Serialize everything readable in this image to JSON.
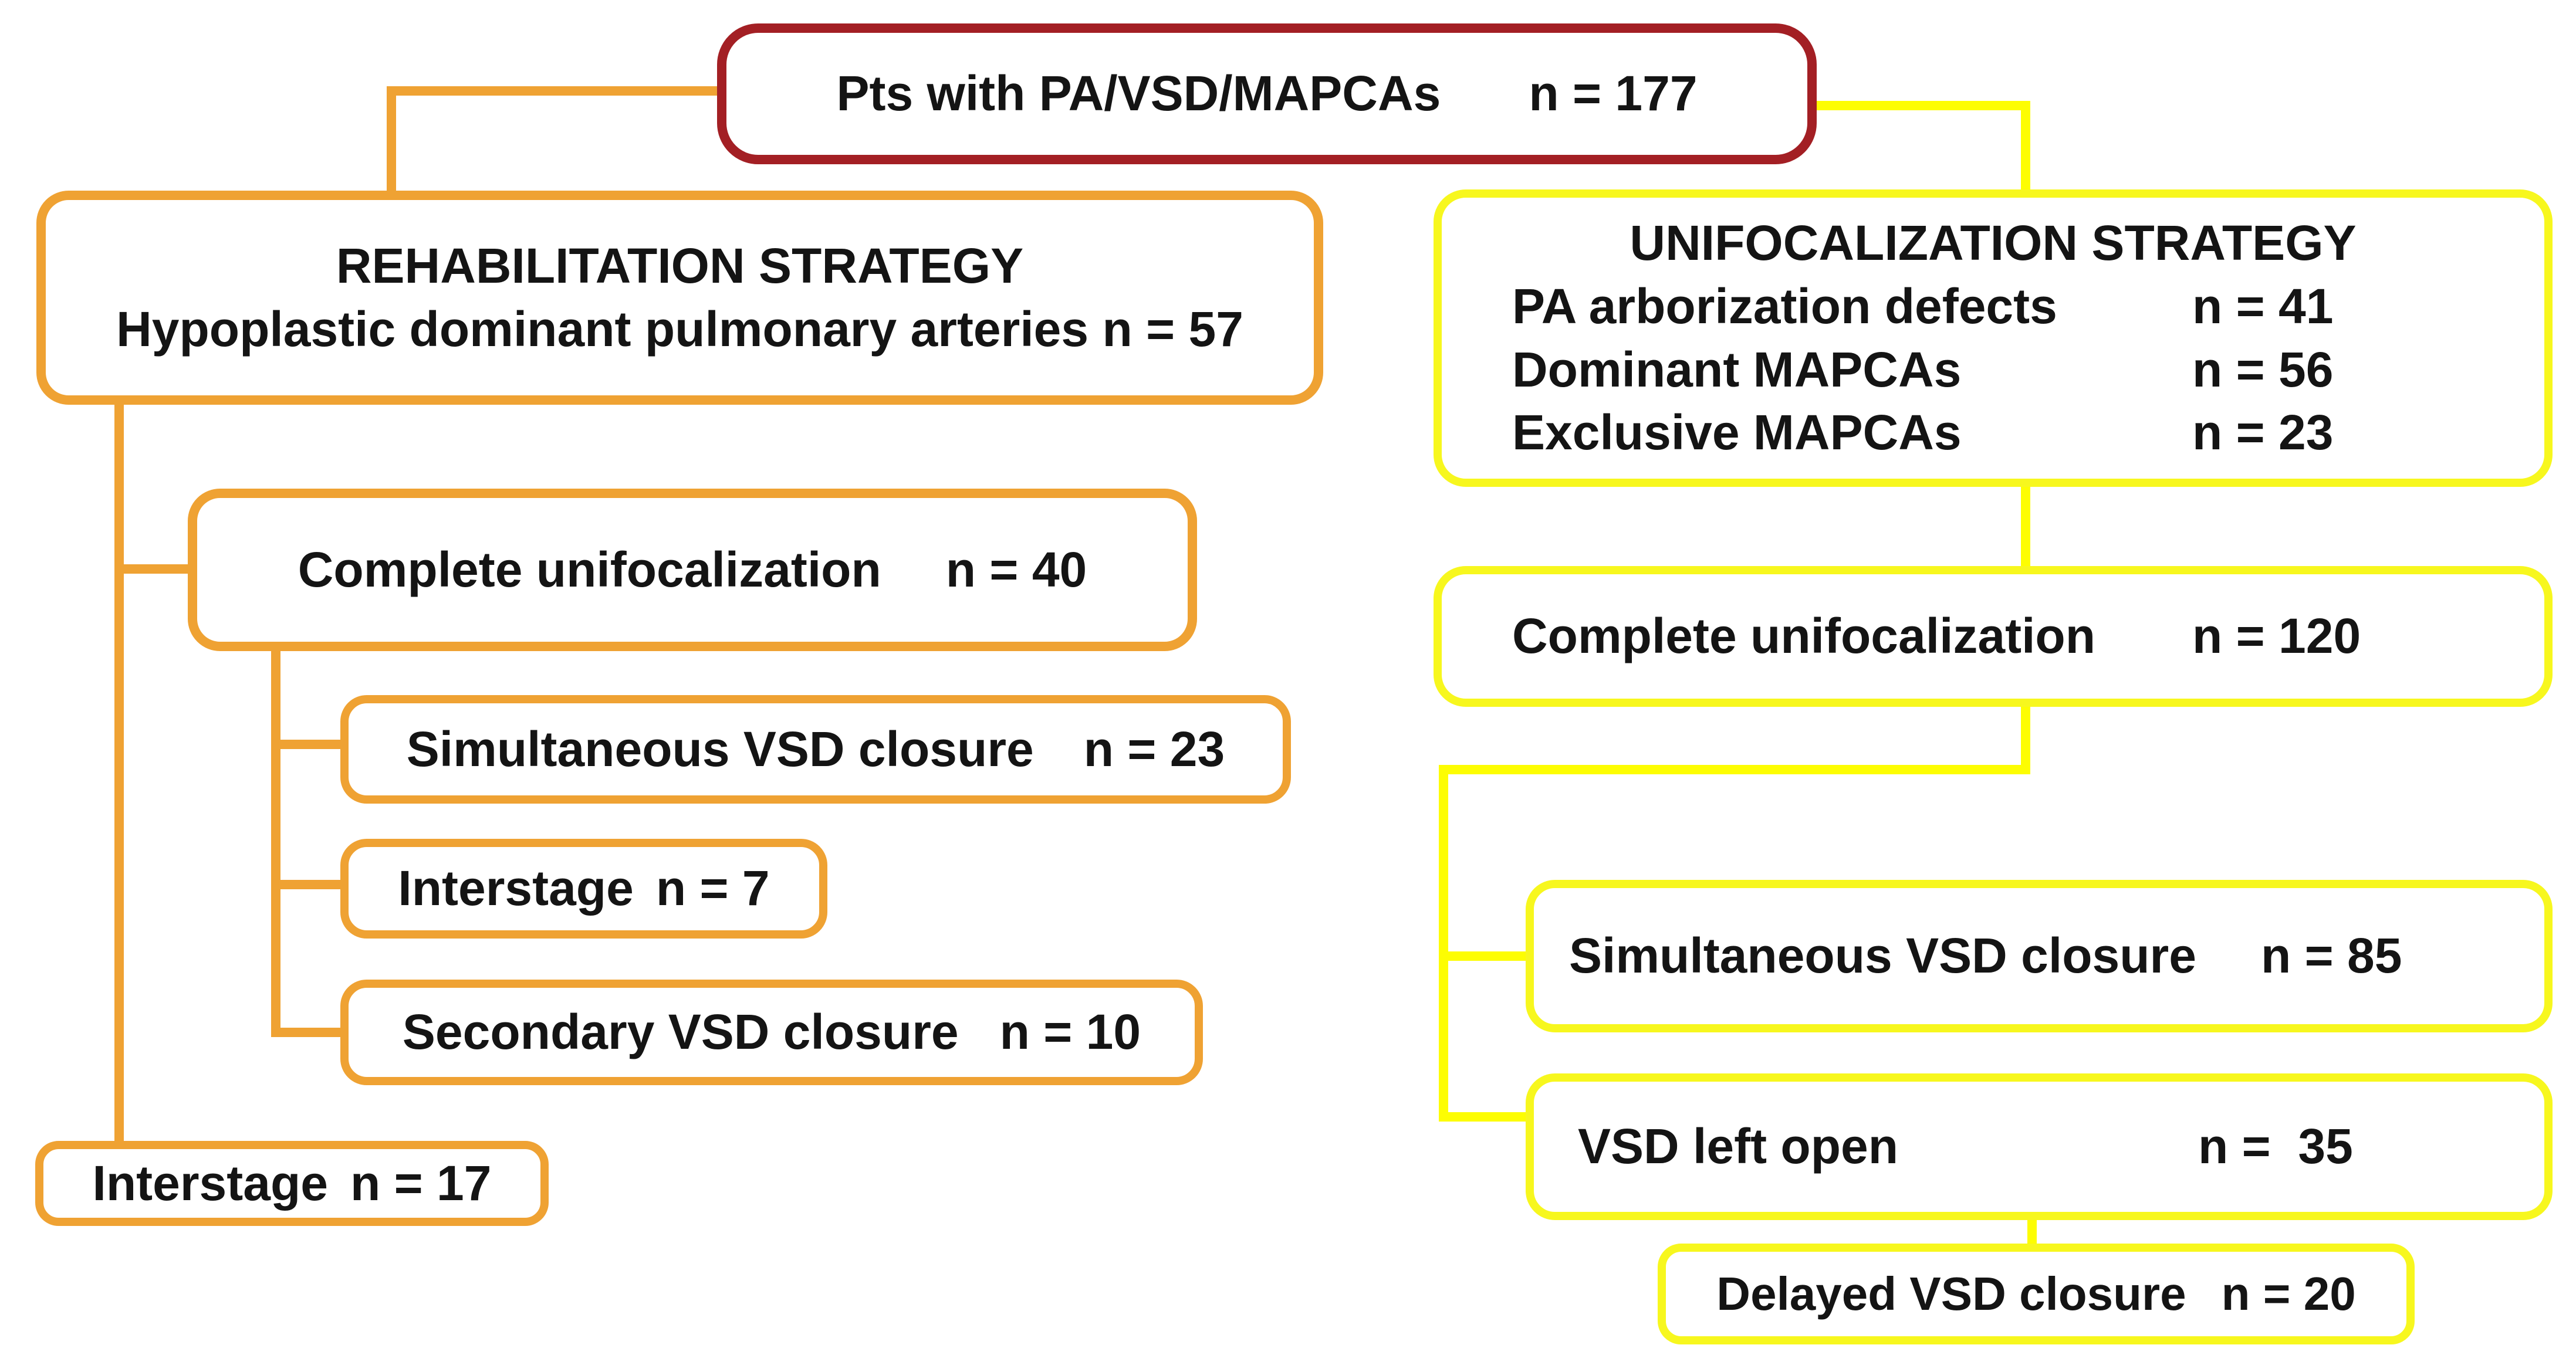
{
  "palette": {
    "red": "#A31F24",
    "orange": "#EFA233",
    "yellow_border": "#F7F71E",
    "yellow_line": "#FDFD02",
    "text": "#141414",
    "bg": "#FFFFFF"
  },
  "root": {
    "label": "Pts with PA/VSD/MAPCAs",
    "n": "n = 177"
  },
  "rehab": {
    "title": "REHABILITATION STRATEGY",
    "subtitle": "Hypoplastic dominant pulmonary arteries n = 57",
    "complete": {
      "label": "Complete unifocalization",
      "n": "n = 40"
    },
    "children": [
      {
        "label": "Simultaneous VSD closure",
        "n": "n = 23"
      },
      {
        "label": "Interstage",
        "n": "n = 7"
      },
      {
        "label": "Secondary VSD closure",
        "n": "n = 10"
      }
    ],
    "interstage": {
      "label": "Interstage",
      "n": "n = 17"
    }
  },
  "unifoc": {
    "title": "UNIFOCALIZATION STRATEGY",
    "rows": [
      {
        "label": "PA arborization defects",
        "n": "n = 41"
      },
      {
        "label": "Dominant MAPCAs",
        "n": "n = 56"
      },
      {
        "label": "Exclusive MAPCAs",
        "n": "n = 23"
      }
    ],
    "complete": {
      "label": "Complete unifocalization",
      "n": "n = 120"
    },
    "sim": {
      "label": "Simultaneous VSD closure",
      "n": "n = 85"
    },
    "open": {
      "label": "VSD left open",
      "n": "n =  35"
    },
    "delayed": {
      "label": "Delayed VSD closure",
      "n": "n = 20"
    }
  }
}
